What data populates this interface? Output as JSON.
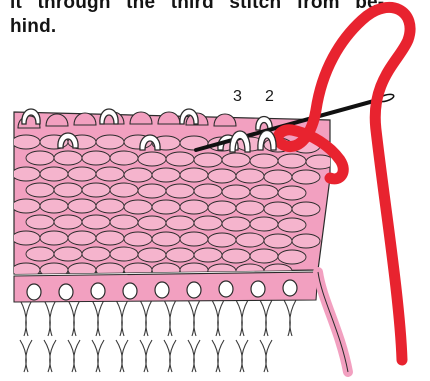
{
  "caption": {
    "line1": "it through the third stitch from be-",
    "line2": "hind."
  },
  "labels": {
    "stitch_3": "3",
    "stitch_2": "2"
  },
  "colors": {
    "knit_pink": "#f2a0c0",
    "knit_pink_dark": "#e07ba3",
    "yarn_red": "#e8232f",
    "outline": "#2b2b2b",
    "needle": "#111111"
  },
  "icons": {
    "needle": "sewing-needle-icon",
    "yarn": "yarn-strand-icon"
  }
}
